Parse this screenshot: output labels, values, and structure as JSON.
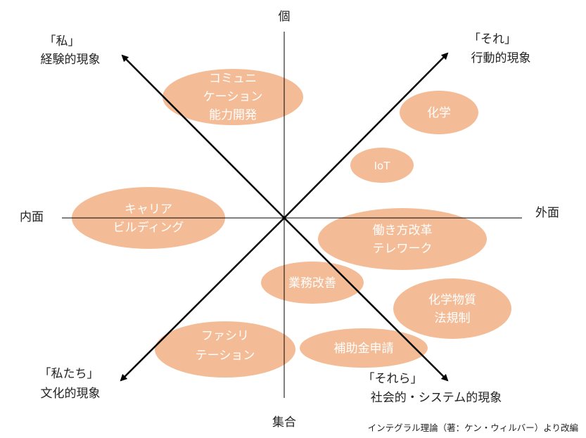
{
  "colors": {
    "bubble": "#F4BC96",
    "axis": "#000000",
    "bubble_text": "#FFFFFF"
  },
  "axes": {
    "top": "個",
    "bottom": "集合",
    "left": "内面",
    "right": "外面"
  },
  "quadrants": {
    "upper_left": {
      "bracket": "「私」",
      "name": "経験的現象"
    },
    "upper_right": {
      "bracket": "「それ」",
      "name": "行動的現象"
    },
    "lower_left": {
      "bracket": "「私たち」",
      "name": "文化的現象"
    },
    "lower_right": {
      "bracket": "「それら」",
      "name": "社会的・システム的現象"
    }
  },
  "bubbles": [
    {
      "lines": [
        "コミュニ",
        "ケーション",
        "能力開発"
      ]
    },
    {
      "lines": [
        "化学"
      ]
    },
    {
      "lines": [
        "IoT"
      ]
    },
    {
      "lines": [
        "キャリア",
        "ビルディング"
      ]
    },
    {
      "lines": [
        "働き方改革",
        "テレワーク"
      ]
    },
    {
      "lines": [
        "業務改善"
      ]
    },
    {
      "lines": [
        "化学物質",
        "法規制"
      ]
    },
    {
      "lines": [
        "ファシリ",
        "テーション"
      ]
    },
    {
      "lines": [
        "補助金申請"
      ]
    }
  ],
  "credit": "インテグラル理論（著：ケン・ウィルバー）より改編"
}
